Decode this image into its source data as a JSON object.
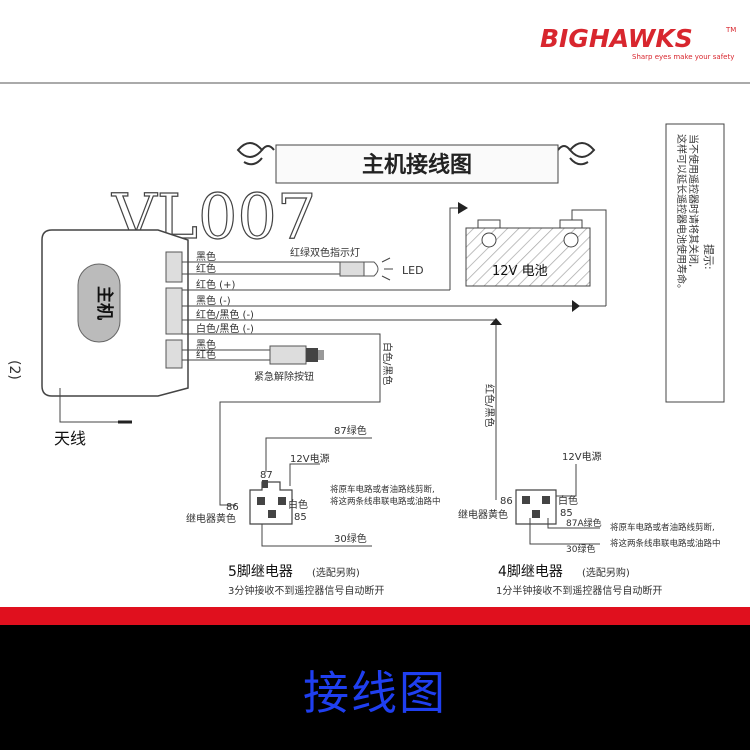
{
  "brand": {
    "name": "BIGHAWKS",
    "tm": "TM",
    "slogan": "Sharp eyes make your safety",
    "color": "#d8262e"
  },
  "title": "主机接线图",
  "watermark": "VL007",
  "side_label": "(2)",
  "unit_label": "主机",
  "wires_top": [
    "黑色",
    "红色"
  ],
  "wires_mid": [
    "红色 (+)",
    "黑色 (-)",
    "红色/黑色 (-)",
    "白色/黑色 (-)"
  ],
  "wires_bottom": [
    "黑色",
    "红色"
  ],
  "led_label": "红绿双色指示灯",
  "led": "LED",
  "battery": "12V 电池",
  "button_label": "紧急解除按钮",
  "antenna": "天线",
  "tip": {
    "heading": "提示:",
    "lines": [
      "当不使用遥控器时请将其关闭,",
      "这样可以延长遥控器电池使用寿命。"
    ]
  },
  "relay5": {
    "wire_label": "白色/黑色",
    "pins": [
      "87",
      "86",
      "85",
      "30"
    ],
    "p87_wire": "87绿色",
    "power": "12V电源",
    "white": "白色",
    "yellow": "继电器黄色",
    "p30_wire": "30绿色",
    "note": [
      "将原车电路或者油路线剪断,",
      "将这两条线串联电路或油路中"
    ],
    "title": "5脚继电器",
    "subtitle": "(选配另购)",
    "desc": "3分钟接收不到遥控器信号自动断开"
  },
  "relay4": {
    "wire_label": "红色/黑色",
    "pins": [
      "86",
      "85"
    ],
    "power": "12V电源",
    "white": "白色",
    "yellow": "继电器黄色",
    "p87_wire": "87A绿色",
    "p30_wire": "30绿色",
    "note": [
      "将原车电路或者油路线剪断,",
      "将这两条线串联电路或油路中"
    ],
    "title": "4脚继电器",
    "subtitle": "(选配另购)",
    "desc": "1分半钟接收不到遥控器信号自动断开"
  },
  "footer": {
    "title": "接线图"
  },
  "colors": {
    "stripe": "#e0101e",
    "footer_bg": "#000000",
    "footer_text": "#1f3ff0"
  }
}
